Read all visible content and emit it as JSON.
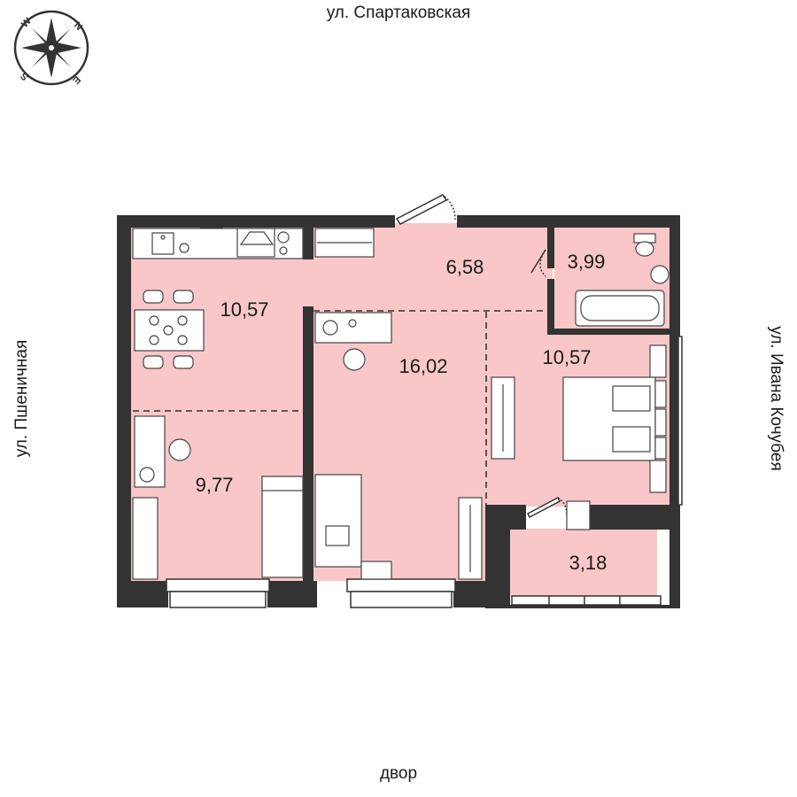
{
  "streets": {
    "top": "ул. Спартаковская",
    "left": "ул. Пшеничная",
    "right": "ул. Ивана Кочубея",
    "bottom": "двор"
  },
  "compass": {
    "icon": "compass-rose-icon",
    "letters": [
      "W",
      "N",
      "S",
      "E"
    ]
  },
  "rooms": [
    {
      "id": "kitchen",
      "area": "10,57"
    },
    {
      "id": "hall",
      "area": "6,58"
    },
    {
      "id": "bathroom",
      "area": "3,99"
    },
    {
      "id": "living",
      "area": "16,02"
    },
    {
      "id": "bedroom",
      "area": "10,57"
    },
    {
      "id": "study",
      "area": "9,77"
    },
    {
      "id": "balcony",
      "area": "3,18"
    }
  ],
  "colors": {
    "room_fill": "#f9c7c8",
    "wall": "#333333",
    "furniture_stroke": "#444444"
  }
}
